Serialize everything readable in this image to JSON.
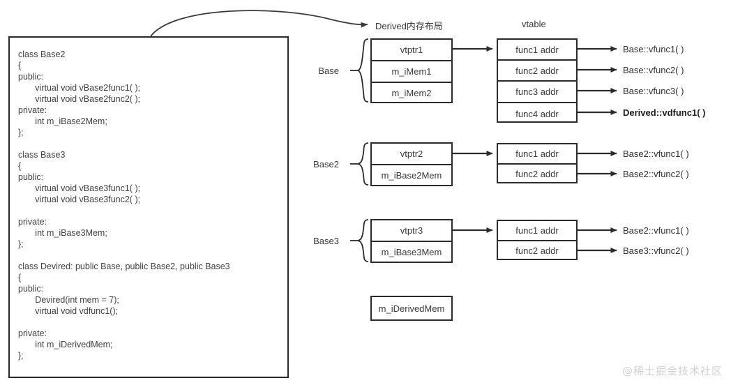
{
  "code_panel": {
    "lines": [
      "class Base2",
      "{",
      "public:",
      "       virtual void vBase2func1( );",
      "       virtual void vBase2func2( );",
      "private:",
      "       int m_iBase2Mem;",
      "};",
      "",
      "class Base3",
      "{",
      "public:",
      "       virtual void vBase3func1( );",
      "       virtual void vBase3func2( );",
      "",
      "private:",
      "       int m_iBase3Mem;",
      "};",
      "",
      "class Devired: public Base, public Base2, public Base3",
      "{",
      "public:",
      "       Devired(int mem = 7);",
      "       virtual void vdfunc1();",
      "",
      "private:",
      "       int m_iDerivedMem;",
      "};"
    ]
  },
  "headers": {
    "memory_layout": "Derived内存布局",
    "vtable": "vtable"
  },
  "groups": [
    {
      "label": "Base",
      "layout_cells": [
        "vtptr1",
        "m_iMem1",
        "m_iMem2"
      ],
      "vtable_cells": [
        "func1 addr",
        "func2 addr",
        "func3 addr",
        "func4 addr"
      ],
      "targets": [
        {
          "text": "Base::vfunc1( )",
          "bold": false
        },
        {
          "text": "Base::vfunc2( )",
          "bold": false
        },
        {
          "text": "Base::vfunc3( )",
          "bold": false
        },
        {
          "text": "Derived::vdfunc1( )",
          "bold": true
        }
      ]
    },
    {
      "label": "Base2",
      "layout_cells": [
        "vtptr2",
        "m_iBase2Mem"
      ],
      "vtable_cells": [
        "func1 addr",
        "func2 addr"
      ],
      "targets": [
        {
          "text": "Base2::vfunc1( )",
          "bold": false
        },
        {
          "text": "Base2::vfunc2( )",
          "bold": false
        }
      ]
    },
    {
      "label": "Base3",
      "layout_cells": [
        "vtptr3",
        "m_iBase3Mem"
      ],
      "vtable_cells": [
        "func1 addr",
        "func2 addr"
      ],
      "targets": [
        {
          "text": "Base2::vfunc1( )",
          "bold": false
        },
        {
          "text": "Base3::vfunc2( )",
          "bold": false
        }
      ]
    }
  ],
  "derived_member_box": {
    "text": "m_iDerivedMem"
  },
  "watermark": {
    "text": "@稀土掘金技术社区"
  },
  "colors": {
    "stroke": "#2b2b2b",
    "text": "#3a3a3a",
    "watermark": "#d2d2d2"
  }
}
